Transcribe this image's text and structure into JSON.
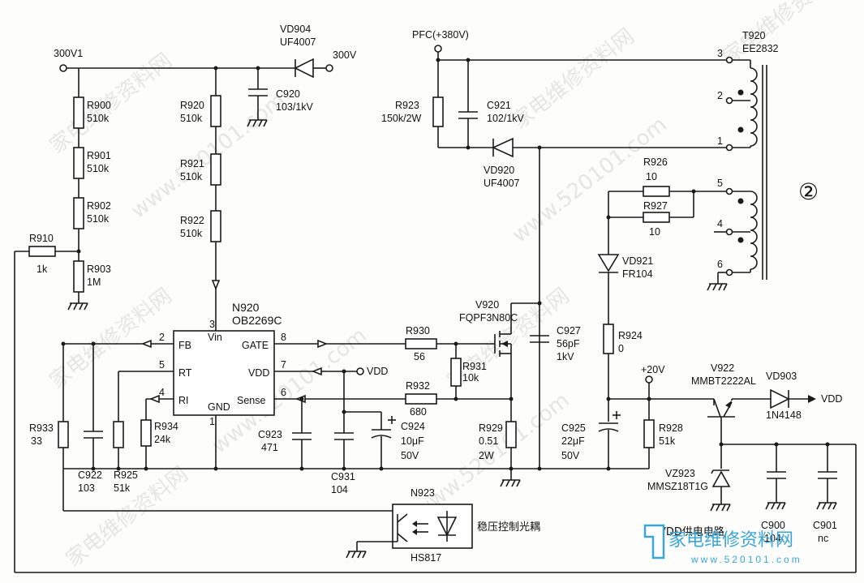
{
  "page_number": "②",
  "labels": {
    "n300v1": "300V1",
    "n300v": "300V",
    "pfc": "PFC(+380V)",
    "vd904": "VD904",
    "vd904_val": "UF4007",
    "c920": "C920",
    "c920_val": "103/1kV",
    "r900": "R900",
    "r900_val": "510k",
    "r901": "R901",
    "r901_val": "510k",
    "r902": "R902",
    "r902_val": "510k",
    "r903": "R903",
    "r903_val": "1M",
    "r910": "R910",
    "r910_val": "1k",
    "r920": "R920",
    "r920_val": "510k",
    "r921": "R921",
    "r921_val": "510k",
    "r922": "R922",
    "r922_val": "510k",
    "r923": "R923",
    "r923_val": "150k/2W",
    "c921": "C921",
    "c921_val": "102/1kV",
    "vd920": "VD920",
    "vd920_val": "UF4007",
    "t920": "T920",
    "t920_val": "EE2832",
    "pin3": "3",
    "pin2": "2",
    "pin1": "1",
    "pin5": "5",
    "pin4": "4",
    "pin6": "6",
    "r926": "R926",
    "r926_val": "10",
    "r927": "R927",
    "r927_val": "10",
    "vd921": "VD921",
    "vd921_val": "FR104",
    "n920": "N920",
    "n920_val": "OB2269C",
    "ic_fb": "FB",
    "ic_rt": "RT",
    "ic_ri": "RI",
    "ic_vin": "Vin",
    "ic_gnd": "GND",
    "ic_gate": "GATE",
    "ic_vdd": "VDD",
    "ic_sense": "Sense",
    "ic_p1": "1",
    "ic_p2": "2",
    "ic_p3": "3",
    "ic_p4": "4",
    "ic_p5": "5",
    "ic_p6": "6",
    "ic_p7": "7",
    "ic_p8": "8",
    "v920": "V920",
    "v920_val": "FQPF3N80C",
    "r930": "R930",
    "r930_val": "56",
    "r931": "R931",
    "r931_val": "10k",
    "r932": "R932",
    "r932_val": "680",
    "c927": "C927",
    "c927_val": "56pF",
    "c927_v": "1kV",
    "vdd1": "VDD",
    "r924": "R924",
    "r924_val": "0",
    "plus20": "+20V",
    "v922": "V922",
    "v922_val": "MMBT2222AL",
    "vd903": "VD903",
    "vd903_val": "1N4148",
    "vdd2": "VDD",
    "r933": "R933",
    "r933_val": "33",
    "c922": "C922",
    "c922_val": "103",
    "r925": "R925",
    "r925_val": "51k",
    "r934": "R934",
    "r934_val": "24k",
    "c923": "C923",
    "c923_val": "471",
    "c931": "C931",
    "c931_val": "104",
    "c924": "C924",
    "c924_val": "10μF",
    "c924_v": "50V",
    "r929": "R929",
    "r929_val": "0.51",
    "r929_w": "2W",
    "c925": "C925",
    "c925_val": "22μF",
    "c925_v": "50V",
    "r928": "R928",
    "r928_val": "51k",
    "vz923": "VZ923",
    "vz923_val": "MMSZ18T1G",
    "c900": "C900",
    "c900_val": "104",
    "c901": "C901",
    "c901_val": "nc",
    "n923": "N923",
    "n923_val": "HS817",
    "optocoupler_caption": "稳压控制光耦",
    "vdd_supply_caption": "VDD供电电路"
  },
  "watermark": {
    "text1": "家电维修资料网",
    "text2": "www.520101.com"
  },
  "logo": {
    "text": "家电维修资料网",
    "url": "www.520101.com",
    "color": "#3aa6d8"
  }
}
